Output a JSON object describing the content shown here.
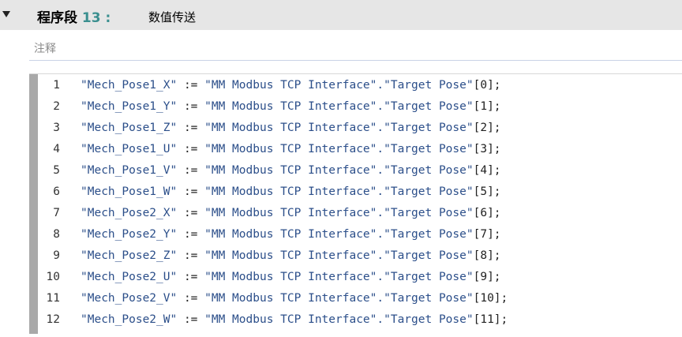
{
  "segment": {
    "label": "程序段",
    "number": "13 :",
    "name": "数值传送"
  },
  "comment": {
    "label": "注释"
  },
  "code": {
    "lines": [
      {
        "no": "1",
        "target": "\"Mech_Pose1_X\"",
        "op": " := ",
        "source": "\"MM Modbus TCP Interface\".\"Target Pose\"",
        "index": "[0];"
      },
      {
        "no": "2",
        "target": "\"Mech_Pose1_Y\"",
        "op": " := ",
        "source": "\"MM Modbus TCP Interface\".\"Target Pose\"",
        "index": "[1];"
      },
      {
        "no": "3",
        "target": "\"Mech_Pose1_Z\"",
        "op": " := ",
        "source": "\"MM Modbus TCP Interface\".\"Target Pose\"",
        "index": "[2];"
      },
      {
        "no": "4",
        "target": "\"Mech_Pose1_U\"",
        "op": " := ",
        "source": "\"MM Modbus TCP Interface\".\"Target Pose\"",
        "index": "[3];"
      },
      {
        "no": "5",
        "target": "\"Mech_Pose1_V\"",
        "op": " := ",
        "source": "\"MM Modbus TCP Interface\".\"Target Pose\"",
        "index": "[4];"
      },
      {
        "no": "6",
        "target": "\"Mech_Pose1_W\"",
        "op": " := ",
        "source": "\"MM Modbus TCP Interface\".\"Target Pose\"",
        "index": "[5];"
      },
      {
        "no": "7",
        "target": "\"Mech_Pose2_X\"",
        "op": " := ",
        "source": "\"MM Modbus TCP Interface\".\"Target Pose\"",
        "index": "[6];"
      },
      {
        "no": "8",
        "target": "\"Mech_Pose2_Y\"",
        "op": " := ",
        "source": "\"MM Modbus TCP Interface\".\"Target Pose\"",
        "index": "[7];"
      },
      {
        "no": "9",
        "target": "\"Mech_Pose2_Z\"",
        "op": " := ",
        "source": "\"MM Modbus TCP Interface\".\"Target Pose\"",
        "index": "[8];"
      },
      {
        "no": "10",
        "target": "\"Mech_Pose2_U\"",
        "op": " := ",
        "source": "\"MM Modbus TCP Interface\".\"Target Pose\"",
        "index": "[9];"
      },
      {
        "no": "11",
        "target": "\"Mech_Pose2_V\"",
        "op": " := ",
        "source": "\"MM Modbus TCP Interface\".\"Target Pose\"",
        "index": "[10];"
      },
      {
        "no": "12",
        "target": "\"Mech_Pose2_W\"",
        "op": " := ",
        "source": "\"MM Modbus TCP Interface\".\"Target Pose\"",
        "index": "[11];"
      }
    ]
  }
}
